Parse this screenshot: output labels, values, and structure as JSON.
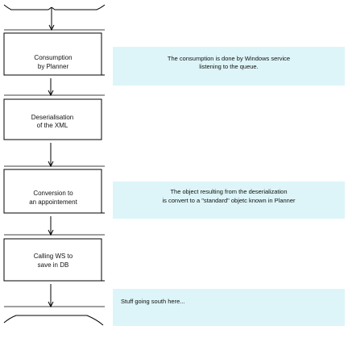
{
  "flow": {
    "steps": [
      {
        "line1": "Consumption",
        "line2": "by Planner"
      },
      {
        "line1": "Deserialisation",
        "line2": "of the XML"
      },
      {
        "line1": "Conversion to",
        "line2": "an appointement"
      },
      {
        "line1": "Calling WS to",
        "line2": "save in DB"
      }
    ],
    "notes": [
      {
        "line1": "The consumption is done by Windows service",
        "line2": "listening to the queue."
      },
      {
        "line1": "The object resulting from the deserialization",
        "line2": "is convert to a \"standard\" objetc known in Planner"
      },
      {
        "line1": "Stuff going south here...",
        "line2": ""
      }
    ]
  },
  "colors": {
    "note_fill": "#ddf5f8",
    "box_stroke": "#000000",
    "connector": "#000000"
  },
  "icons": [
    "arrow-down-icon"
  ]
}
